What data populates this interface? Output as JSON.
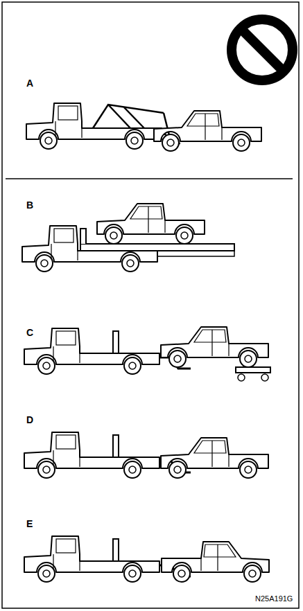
{
  "diagram": {
    "labels": [
      "A",
      "B",
      "C",
      "D",
      "E",
      "N25A191G"
    ]
  }
}
